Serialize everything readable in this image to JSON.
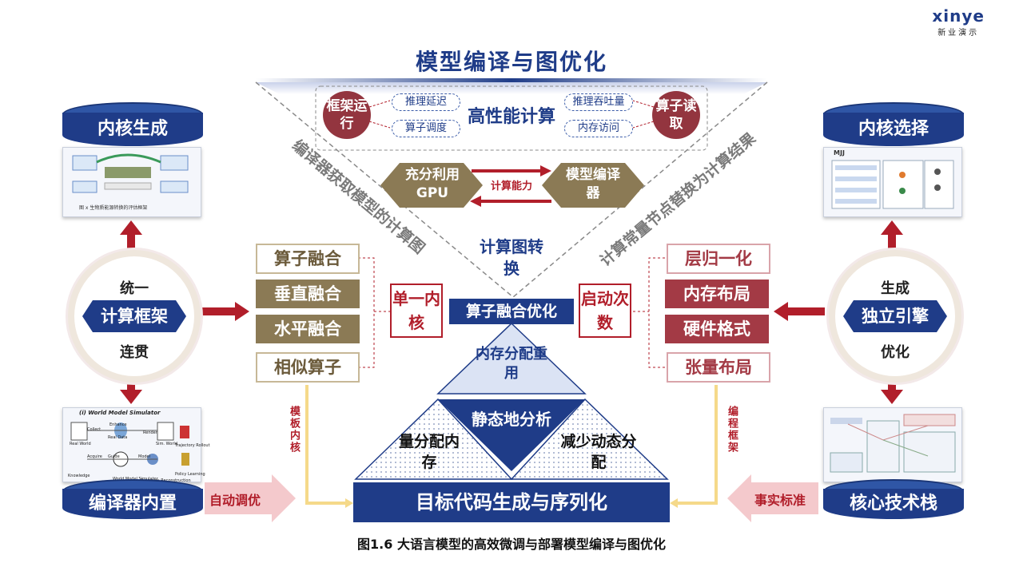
{
  "title": "模型编译与图优化",
  "logo": {
    "brand": "xinye",
    "sub": "新业演示"
  },
  "caption": "图1.6 大语言模型的高效微调与部署模型编译与图优化",
  "left": {
    "top_cylinder": "内核生成",
    "bottom_cylinder": "编译器内置",
    "circle_top": "统一",
    "circle_band": "计算框架",
    "circle_bottom": "连贯",
    "arrow_label": "自动调优",
    "vertical_label": "模板内核"
  },
  "right": {
    "top_cylinder": "内核选择",
    "bottom_cylinder": "核心技术栈",
    "circle_top": "生成",
    "circle_band": "独立引擎",
    "circle_bottom": "优化",
    "arrow_label": "事实标准",
    "vertical_label": "编程框架"
  },
  "funnel": {
    "center": "高性能计算",
    "pills": [
      "推理延迟",
      "推理吞吐量",
      "算子调度",
      "内存访问"
    ],
    "left_circle": "框架运行",
    "right_circle": "算子读取",
    "hex_left": "充分利用GPU",
    "hex_right": "模型编译器",
    "arrow_label": "计算能力",
    "left_diag": "编译器获取模型的计算图",
    "right_diag": "计算常量节点替换为计算结果",
    "graph_convert": "计算图转换"
  },
  "left_boxes": [
    "算子融合",
    "垂直融合",
    "水平融合",
    "相似算子"
  ],
  "right_boxes": [
    "层归一化",
    "内存布局",
    "硬件格式",
    "张量布局"
  ],
  "single_kernel": "单一内核",
  "launch_count": "启动次数",
  "op_fusion": "算子融合优化",
  "pyramid": {
    "top": "内存分配重用",
    "center": "静态地分析",
    "left": "量分配内存",
    "right": "减少动态分配"
  },
  "codegen": "目标代码生成与序列化",
  "thumbs": {
    "tl_caption": "图 x 生物质能源转换的评估框架",
    "bl_title": "(i) World Model Simulator",
    "bl_labels": [
      "Real World",
      "Collect",
      "Real Data",
      "Enhance",
      "Sim. World",
      "Acquire",
      "Guide",
      "World Model Simulator",
      "Model",
      "Render",
      "Dynamics Reconstruction",
      "Trajectory Rollout",
      "Policy Learning",
      "Knowledge"
    ],
    "tr_label": "MJJ"
  },
  "colors": {
    "navy": "#1f3c88",
    "olive": "#8b7a55",
    "maroon": "#a33a45",
    "red": "#b11e2a"
  }
}
